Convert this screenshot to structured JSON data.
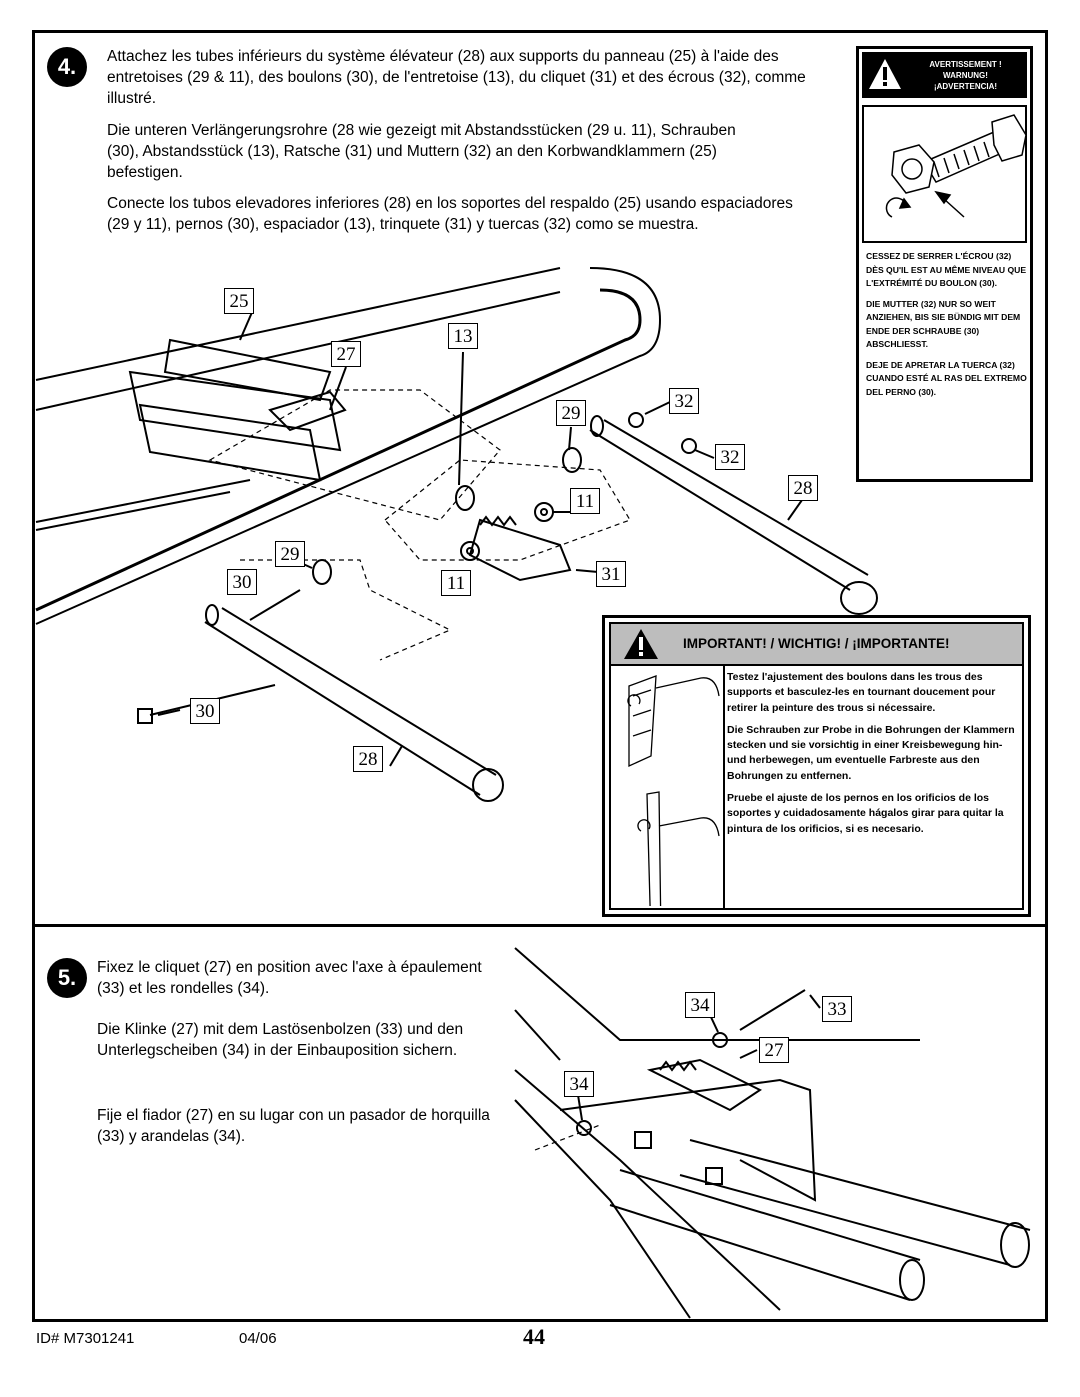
{
  "step4": {
    "number": "4.",
    "text_fr": "Attachez les tubes inférieurs du système élévateur (28) aux supports du panneau (25) à l'aide des entretoises (29 & 11), des boulons (30), de l'entretoise (13), du cliquet (31) et des écrous (32), comme illustré.",
    "text_de": "Die unteren Verlängerungsrohre (28 wie gezeigt mit Abstandsstücken (29 u. 11), Schrauben (30), Abstandsstück (13), Ratsche (31) und Muttern (32) an den Korbwandklammern (25) befestigen.",
    "text_es": "Conecte los tubos elevadores inferiores (28) en los soportes del respaldo (25) usando espaciadores (29 y 11), pernos (30), espaciador (13), trinquete (31) y tuercas (32) como se muestra.",
    "callouts": [
      "25",
      "27",
      "13",
      "32",
      "29",
      "32",
      "28",
      "11",
      "29",
      "30",
      "11",
      "31",
      "30",
      "28"
    ]
  },
  "warning": {
    "header": [
      "AVERTISSEMENT !",
      "WARNUNG!",
      "¡ADVERTENCIA!"
    ],
    "text_fr": "CESSEZ DE SERRER L'ÉCROU (32) DÈS QU'IL EST AU MÊME NIVEAU QUE L'EXTRÉMITÉ DU BOULON (30).",
    "text_de": "DIE MUTTER (32) NUR SO WEIT ANZIEHEN, BIS SIE BÜNDIG MIT DEM ENDE DER SCHRAUBE (30) ABSCHLIESST.",
    "text_es": "DEJE DE APRETAR LA TUERCA (32) CUANDO ESTÉ AL RAS DEL EXTREMO DEL PERNO (30)."
  },
  "important": {
    "title": "IMPORTANT! / WICHTIG! / ¡IMPORTANTE!",
    "text_fr": "Testez l'ajustement des boulons dans les trous des supports et basculez-les en tournant doucement pour retirer la peinture des trous si nécessaire.",
    "text_de": "Die Schrauben zur Probe in die Bohrungen der Klammern stecken und sie vorsichtig in einer Kreisbewegung hin- und herbewegen, um eventuelle Farbreste aus den Bohrungen zu entfernen.",
    "text_es": "Pruebe el ajuste de los pernos en los orificios de los soportes y cuidadosamente hágalos girar para quitar la pintura de los orificios, si es necesario."
  },
  "step5": {
    "number": "5.",
    "text_fr": "Fixez le cliquet (27) en position avec l'axe à épaulement (33) et les rondelles (34).",
    "text_de": "Die Klinke (27) mit dem Lastösenbolzen (33) und den Unterlegscheiben (34) in der Einbauposition sichern.",
    "text_es": "Fije el fiador (27) en su lugar con un pasador de horquilla (33) y arandelas (34).",
    "callouts": [
      "34",
      "33",
      "27",
      "34"
    ]
  },
  "footer": {
    "id": "ID#   M7301241",
    "date": "04/06",
    "page": "44"
  }
}
